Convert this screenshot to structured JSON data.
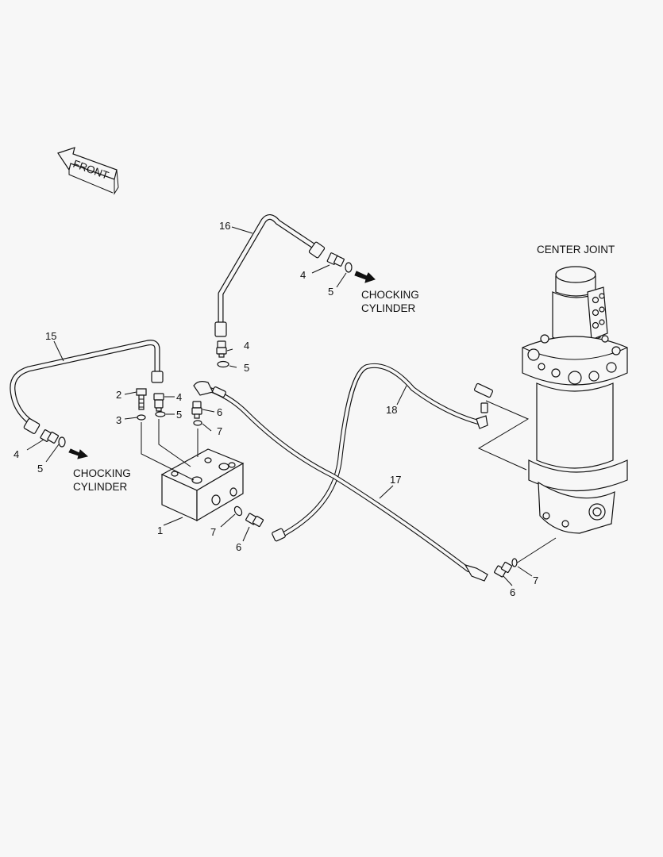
{
  "front_label": "FRONT",
  "center_joint_label": "CENTER JOINT",
  "destinations": {
    "right": {
      "line1": "CHOCKING",
      "line2": "CYLINDER"
    },
    "left": {
      "line1": "CHOCKING",
      "line2": "CYLINDER"
    }
  },
  "callouts": {
    "c1": "1",
    "c2": "2",
    "c3": "3",
    "c4a": "4",
    "c4b": "4",
    "c4c": "4",
    "c4d": "4",
    "c5a": "5",
    "c5b": "5",
    "c5c": "5",
    "c5d": "5",
    "c6a": "6",
    "c6b": "6",
    "c6c": "6",
    "c7a": "7",
    "c7b": "7",
    "c7c": "7",
    "c15": "15",
    "c16": "16",
    "c17": "17",
    "c18": "18"
  }
}
